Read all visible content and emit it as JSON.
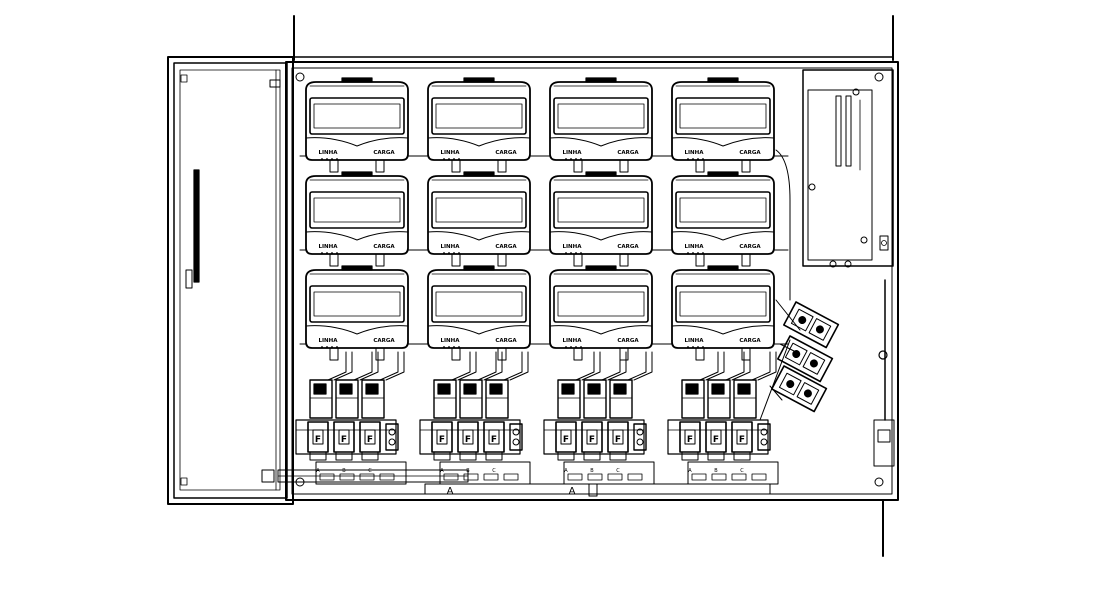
{
  "diagram": {
    "meter_label_left": "LINHA",
    "meter_label_right": "CARGA",
    "meter_rows": 3,
    "meter_cols": 4,
    "terminal_groups": 4,
    "breakers_per_group": 3,
    "phase_letters": [
      "A",
      "B",
      "C"
    ],
    "bus_mark": "A",
    "ink_color": "#000000",
    "paper_color": "#ffffff"
  }
}
